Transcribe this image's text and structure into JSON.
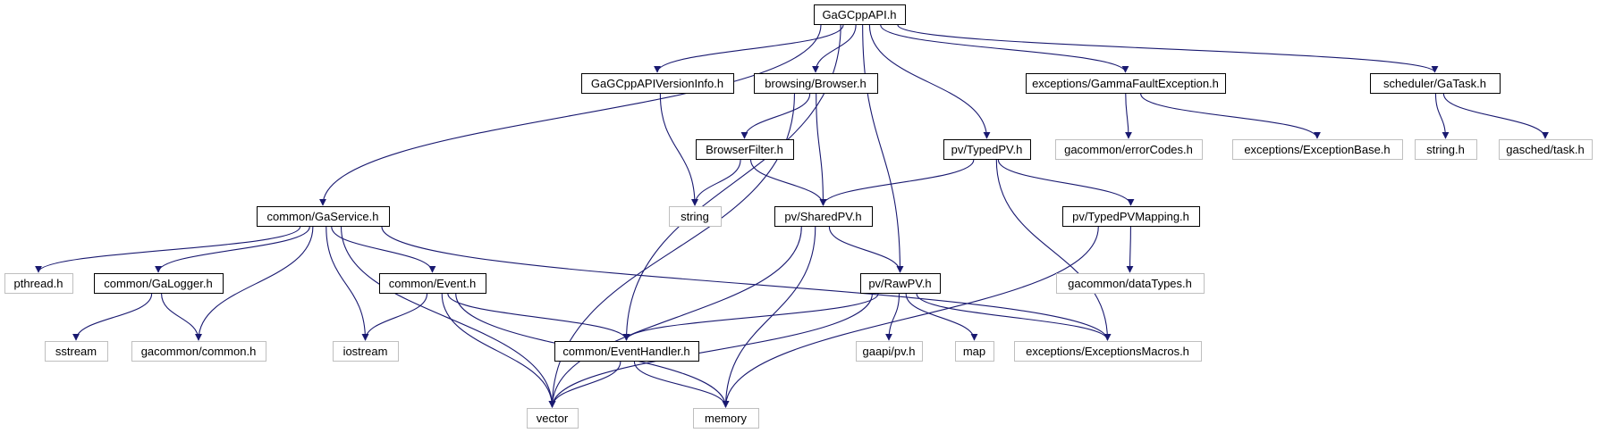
{
  "colors": {
    "edge": "#191970",
    "root_fill": "#bfbfbf",
    "internal_border": "#000000",
    "external_border": "#bfbfbf",
    "external_text": "#000000"
  },
  "nodes": [
    {
      "id": "root",
      "label": "GaGCppAPI.h",
      "kind": "root"
    },
    {
      "id": "version",
      "label": "GaGCppAPIVersionInfo.h",
      "kind": "internal"
    },
    {
      "id": "browser",
      "label": "browsing/Browser.h",
      "kind": "internal"
    },
    {
      "id": "gfe",
      "label": "exceptions/GammaFaultException.h",
      "kind": "internal"
    },
    {
      "id": "gatask",
      "label": "scheduler/GaTask.h",
      "kind": "internal"
    },
    {
      "id": "bfilter",
      "label": "BrowserFilter.h",
      "kind": "internal"
    },
    {
      "id": "typedpv",
      "label": "pv/TypedPV.h",
      "kind": "internal"
    },
    {
      "id": "errcodes",
      "label": "gacommon/errorCodes.h",
      "kind": "external"
    },
    {
      "id": "excbase",
      "label": "exceptions/ExceptionBase.h",
      "kind": "external"
    },
    {
      "id": "stringh",
      "label": "string.h",
      "kind": "external"
    },
    {
      "id": "gasched",
      "label": "gasched/task.h",
      "kind": "external"
    },
    {
      "id": "gaservice",
      "label": "common/GaService.h",
      "kind": "internal"
    },
    {
      "id": "string",
      "label": "string",
      "kind": "external"
    },
    {
      "id": "sharedpv",
      "label": "pv/SharedPV.h",
      "kind": "internal"
    },
    {
      "id": "typedmap",
      "label": "pv/TypedPVMapping.h",
      "kind": "internal"
    },
    {
      "id": "pthread",
      "label": "pthread.h",
      "kind": "external"
    },
    {
      "id": "galogger",
      "label": "common/GaLogger.h",
      "kind": "internal"
    },
    {
      "id": "event",
      "label": "common/Event.h",
      "kind": "internal"
    },
    {
      "id": "rawpv",
      "label": "pv/RawPV.h",
      "kind": "internal"
    },
    {
      "id": "datatypes",
      "label": "gacommon/dataTypes.h",
      "kind": "external"
    },
    {
      "id": "sstream",
      "label": "sstream",
      "kind": "external"
    },
    {
      "id": "common",
      "label": "gacommon/common.h",
      "kind": "external"
    },
    {
      "id": "iostream",
      "label": "iostream",
      "kind": "external"
    },
    {
      "id": "evhandler",
      "label": "common/EventHandler.h",
      "kind": "internal"
    },
    {
      "id": "gaapipv",
      "label": "gaapi/pv.h",
      "kind": "external"
    },
    {
      "id": "map",
      "label": "map",
      "kind": "external"
    },
    {
      "id": "excmacros",
      "label": "exceptions/ExceptionsMacros.h",
      "kind": "external"
    },
    {
      "id": "vector",
      "label": "vector",
      "kind": "external"
    },
    {
      "id": "memory",
      "label": "memory",
      "kind": "external"
    }
  ],
  "edges": [
    [
      "root",
      "gaservice"
    ],
    [
      "root",
      "evhandler"
    ],
    [
      "root",
      "version"
    ],
    [
      "root",
      "browser"
    ],
    [
      "root",
      "rawpv"
    ],
    [
      "root",
      "typedpv"
    ],
    [
      "root",
      "gfe"
    ],
    [
      "root",
      "gatask"
    ],
    [
      "version",
      "string"
    ],
    [
      "browser",
      "vector"
    ],
    [
      "browser",
      "bfilter"
    ],
    [
      "browser",
      "sharedpv"
    ],
    [
      "gfe",
      "errcodes"
    ],
    [
      "gfe",
      "excbase"
    ],
    [
      "gatask",
      "stringh"
    ],
    [
      "gatask",
      "gasched"
    ],
    [
      "bfilter",
      "string"
    ],
    [
      "bfilter",
      "sharedpv"
    ],
    [
      "typedpv",
      "sharedpv"
    ],
    [
      "typedpv",
      "typedmap"
    ],
    [
      "typedpv",
      "excmacros"
    ],
    [
      "gaservice",
      "pthread"
    ],
    [
      "gaservice",
      "galogger"
    ],
    [
      "gaservice",
      "common"
    ],
    [
      "gaservice",
      "iostream"
    ],
    [
      "gaservice",
      "event"
    ],
    [
      "gaservice",
      "vector"
    ],
    [
      "gaservice",
      "excmacros"
    ],
    [
      "sharedpv",
      "rawpv"
    ],
    [
      "sharedpv",
      "vector"
    ],
    [
      "sharedpv",
      "memory"
    ],
    [
      "typedmap",
      "datatypes"
    ],
    [
      "typedmap",
      "memory"
    ],
    [
      "galogger",
      "sstream"
    ],
    [
      "galogger",
      "common"
    ],
    [
      "event",
      "iostream"
    ],
    [
      "event",
      "evhandler"
    ],
    [
      "event",
      "vector"
    ],
    [
      "event",
      "memory"
    ],
    [
      "rawpv",
      "evhandler"
    ],
    [
      "rawpv",
      "vector"
    ],
    [
      "rawpv",
      "gaapipv"
    ],
    [
      "rawpv",
      "map"
    ],
    [
      "rawpv",
      "excmacros"
    ],
    [
      "evhandler",
      "vector"
    ],
    [
      "evhandler",
      "memory"
    ]
  ]
}
